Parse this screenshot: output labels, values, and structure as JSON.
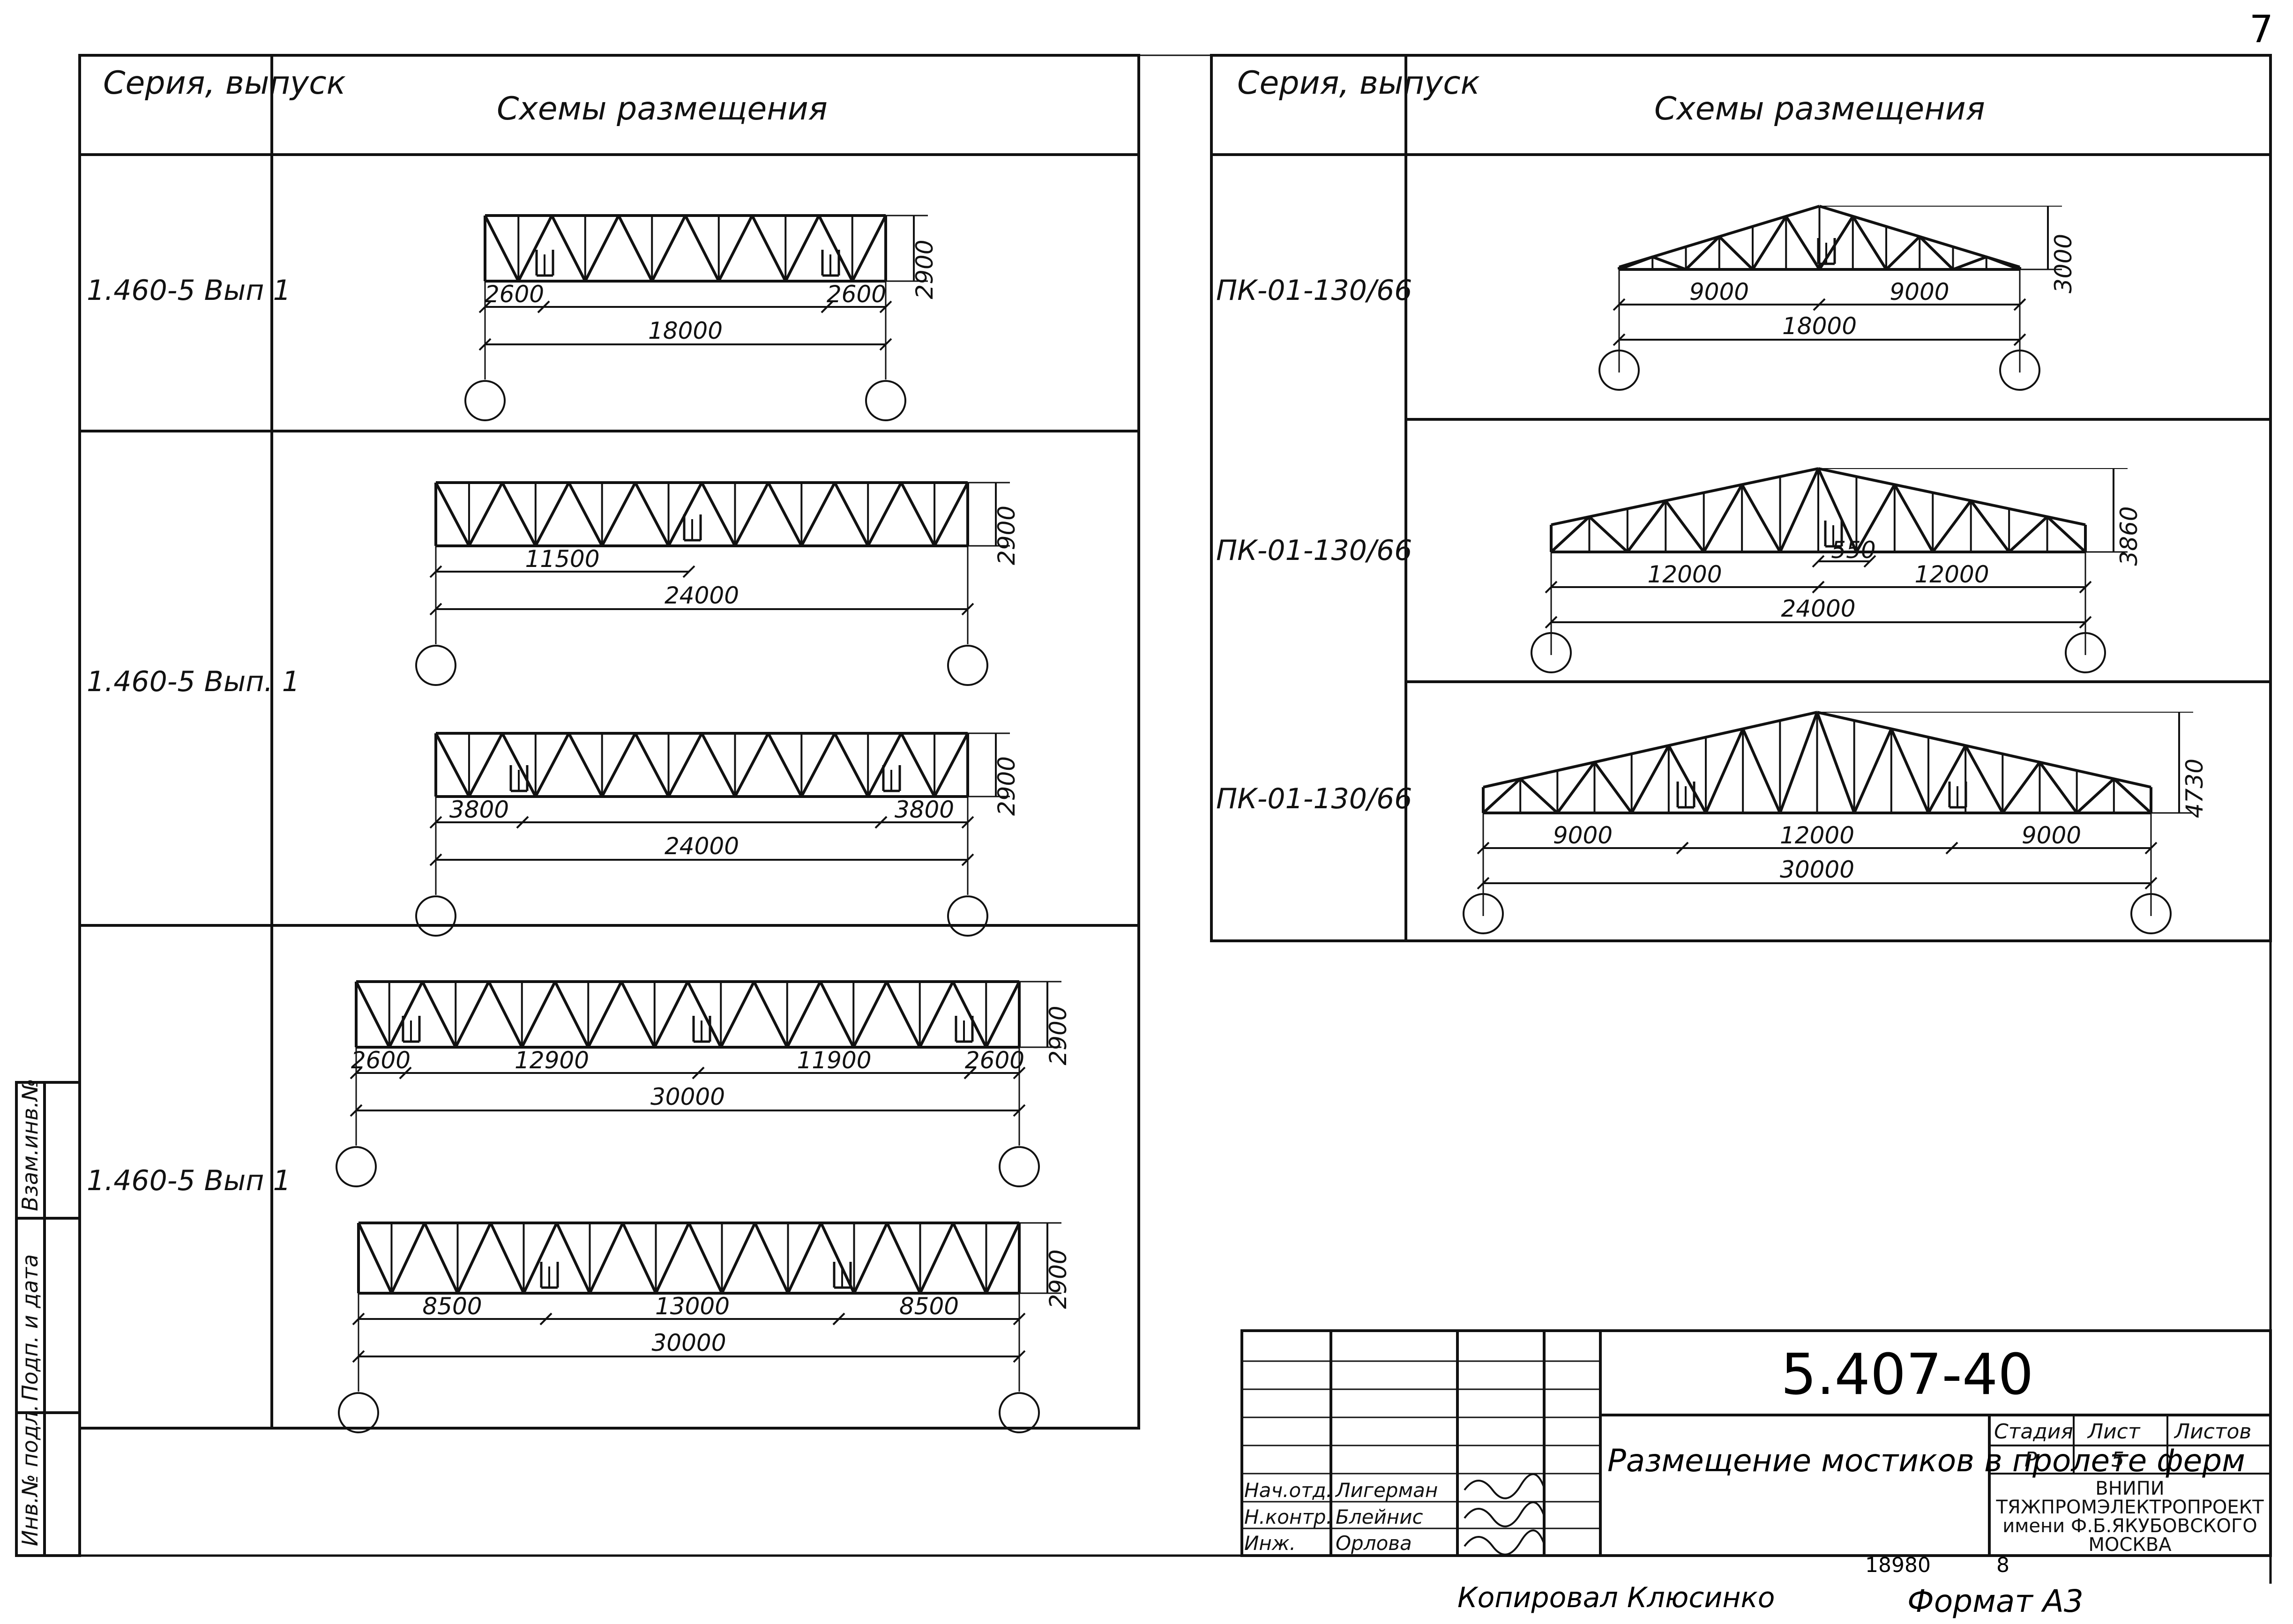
{
  "sheet_number": "7",
  "left_table": {
    "col_series": "Серия, выпуск",
    "col_schemes": "Схемы размещения",
    "rows": [
      {
        "series": "1.460-5 Вып 1",
        "diagrams": [
          {
            "height": "2900",
            "span": "18000",
            "dims": [
              "2600",
              "2600"
            ]
          }
        ]
      },
      {
        "series": "1.460-5 Вып. 1",
        "diagrams": [
          {
            "height": "2900",
            "span": "24000",
            "dims": [
              "11500"
            ]
          },
          {
            "height": "2900",
            "span": "24000",
            "dims": [
              "3800",
              "3800"
            ]
          }
        ]
      },
      {
        "series": "1.460-5 Вып 1",
        "diagrams": [
          {
            "height": "2900",
            "span": "30000",
            "dims": [
              "2600",
              "12900",
              "11900",
              "2600"
            ]
          },
          {
            "height": "2900",
            "span": "30000",
            "dims": [
              "8500",
              "13000",
              "8500"
            ]
          }
        ]
      }
    ]
  },
  "right_table": {
    "col_series": "Серия, выпуск",
    "col_schemes": "Схемы размещения",
    "rows": [
      {
        "series": "ПК-01-130/66",
        "height": "3000",
        "span": "18000",
        "dims": [
          "9000",
          "9000"
        ]
      },
      {
        "series": "ПК-01-130/66",
        "height": "3860",
        "span": "24000",
        "dims": [
          "12000",
          "12000"
        ],
        "extra": "550"
      },
      {
        "series": "ПК-01-130/66",
        "height": "4730",
        "span": "30000",
        "dims": [
          "9000",
          "12000",
          "9000"
        ]
      }
    ]
  },
  "title_block": {
    "doc_code": "5.407-40",
    "title": "Размещение мостиков в пролете ферм",
    "stage_label": "Стадия",
    "sheet_label": "Лист",
    "sheets_label": "Листов",
    "stage": "Р",
    "sheet": "5",
    "org_lines": [
      "ВНИПИ",
      "ТЯЖПРОМЭЛЕКТРОПРОЕКТ",
      "имени Ф.Б.ЯКУБОВСКОГО",
      "МОСКВА"
    ],
    "signers": [
      {
        "role": "Нач.отд.",
        "name": "Лигерман"
      },
      {
        "role": "Н.контр.",
        "name": "Блейнис"
      },
      {
        "role": "Инж.",
        "name": "Орлова"
      }
    ]
  },
  "side_stamp": [
    "Инв.№ подл.",
    "Подп. и дата",
    "Взам.инв.№"
  ],
  "footer": {
    "copied": "Копировал Клюсинко",
    "number": "18980",
    "page_small": "8",
    "format": "Формат А3"
  }
}
